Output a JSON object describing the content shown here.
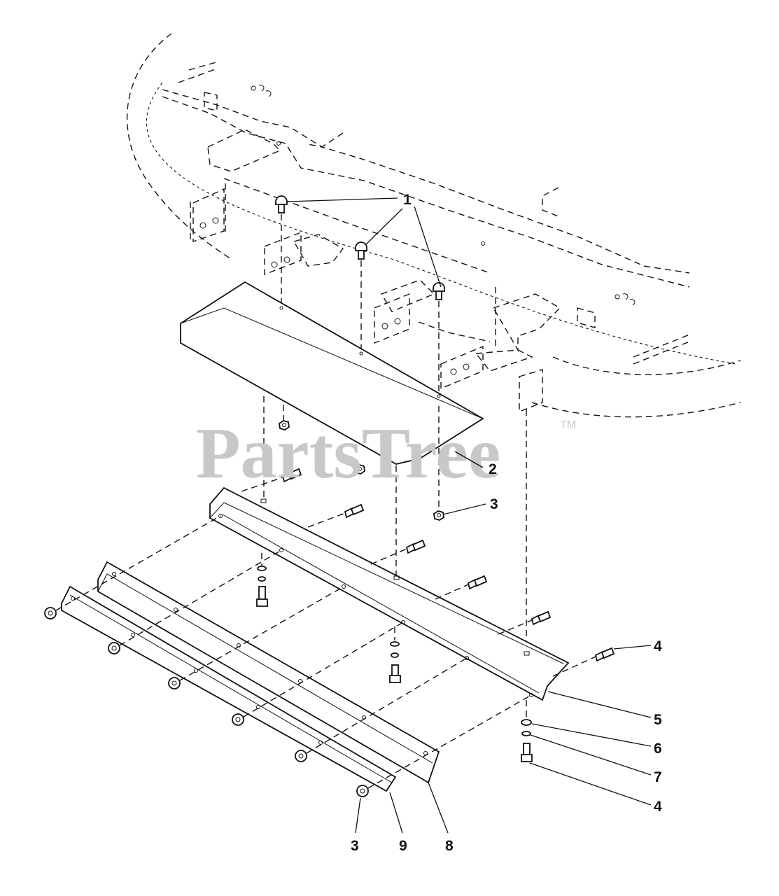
{
  "watermark": {
    "text": "PartsTree",
    "trademark": "TM"
  },
  "callouts": {
    "c1": "1",
    "c2": "2",
    "c3a": "3",
    "c3b": "3",
    "c4a": "4",
    "c4b": "4",
    "c5": "5",
    "c6": "6",
    "c7": "7",
    "c8": "8",
    "c9": "9"
  },
  "colors": {
    "ink": "#111111",
    "watermark": "#c8c8c8",
    "background": "#ffffff"
  }
}
